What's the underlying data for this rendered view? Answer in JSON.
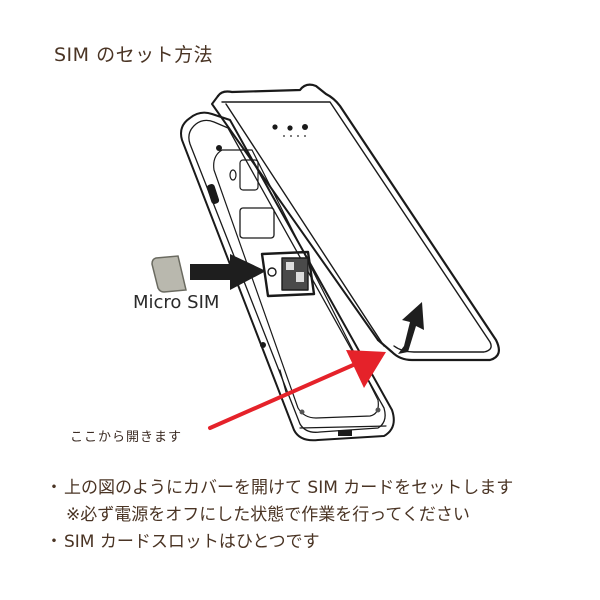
{
  "title": "SIM のセット方法",
  "illustration": {
    "sim_card_label": "Micro SIM",
    "open_here_label": "ここから開きます",
    "arrow_color": "#e5222a",
    "line_color": "#1a1a1a",
    "sim_card_color": "#b9b8ae"
  },
  "notes": {
    "bullet": "・",
    "line1": "上の図のようにカバーを開けて SIM カードをセットします",
    "line2": "※必ず電源をオフにした状態で作業を行ってください",
    "line3": "SIM カードスロットはひとつです"
  }
}
